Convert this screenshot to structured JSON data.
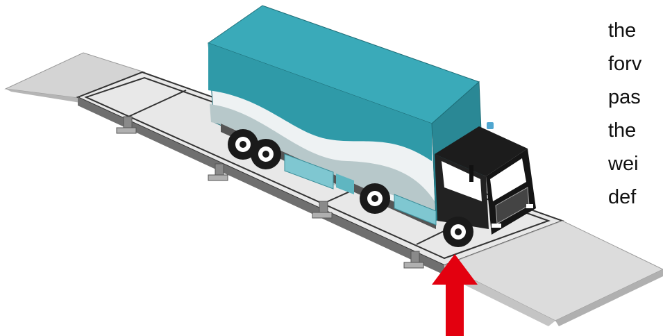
{
  "caption": {
    "lines": [
      "the",
      "forv",
      "pas",
      "the",
      "wei",
      "def"
    ]
  },
  "colors": {
    "truck_body": "#34a0b0",
    "truck_top": "#3db3c2",
    "cab": "#1a1a1a",
    "platform": "#e6e6e6",
    "ramp": "#d9d9d9",
    "arrow": "#e3000f"
  },
  "icons": {
    "arrow": "red-up-arrow-icon",
    "truck": "truck-icon"
  }
}
